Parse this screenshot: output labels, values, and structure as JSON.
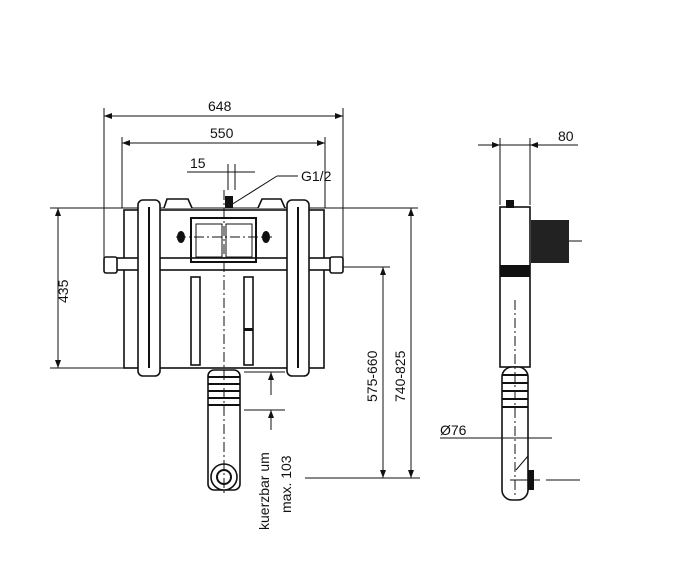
{
  "drawing": {
    "front_view": {
      "width_overall": "648",
      "width_tank": "550",
      "inlet_offset": "15",
      "inlet_thread": "G1/2",
      "height_tank": "435",
      "height_range_1": "575-660",
      "height_range_2": "740-825",
      "shortening_note_1": "kuerzbar um",
      "shortening_note_2": "max. 103"
    },
    "side_view": {
      "depth": "80",
      "pipe_diameter": "Ø76"
    }
  }
}
